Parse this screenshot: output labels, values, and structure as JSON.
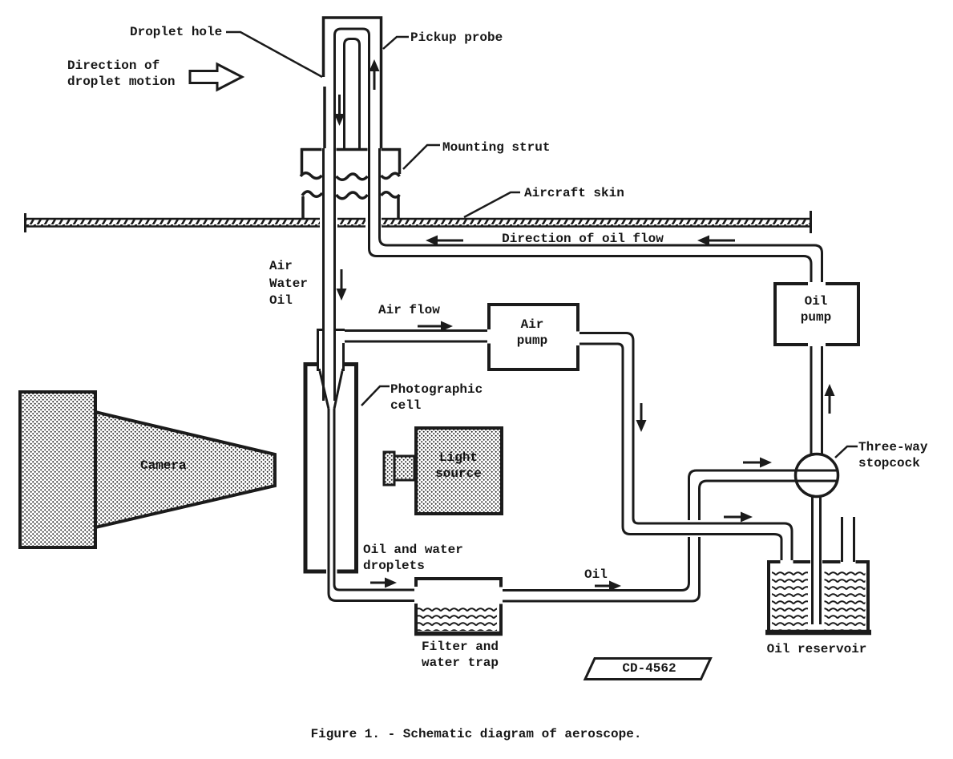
{
  "colors": {
    "ink": "#1b1b1b",
    "paper": "#ffffff"
  },
  "figure": {
    "caption": "Figure 1. - Schematic diagram of aeroscope.",
    "drawing_number": "CD-4562"
  },
  "labels": {
    "droplet_hole": "Droplet hole",
    "droplet_motion": "Direction of\ndroplet motion",
    "pickup_probe": "Pickup probe",
    "mounting_strut": "Mounting strut",
    "aircraft_skin": "Aircraft skin",
    "oil_flow_direction": "Direction of oil flow",
    "air_water_oil": "Air\nWater\nOil",
    "air_flow": "Air flow",
    "air_pump": "Air\npump",
    "oil_pump": "Oil\npump",
    "photographic_cell": "Photographic\ncell",
    "camera": "Camera",
    "light_source": "Light\nsource",
    "three_way_stopcock": "Three-way\nstopcock",
    "oil_water_droplets": "Oil and water\ndroplets",
    "oil": "Oil",
    "filter_water_trap": "Filter and\nwater trap",
    "oil_reservoir": "Oil reservoir"
  }
}
